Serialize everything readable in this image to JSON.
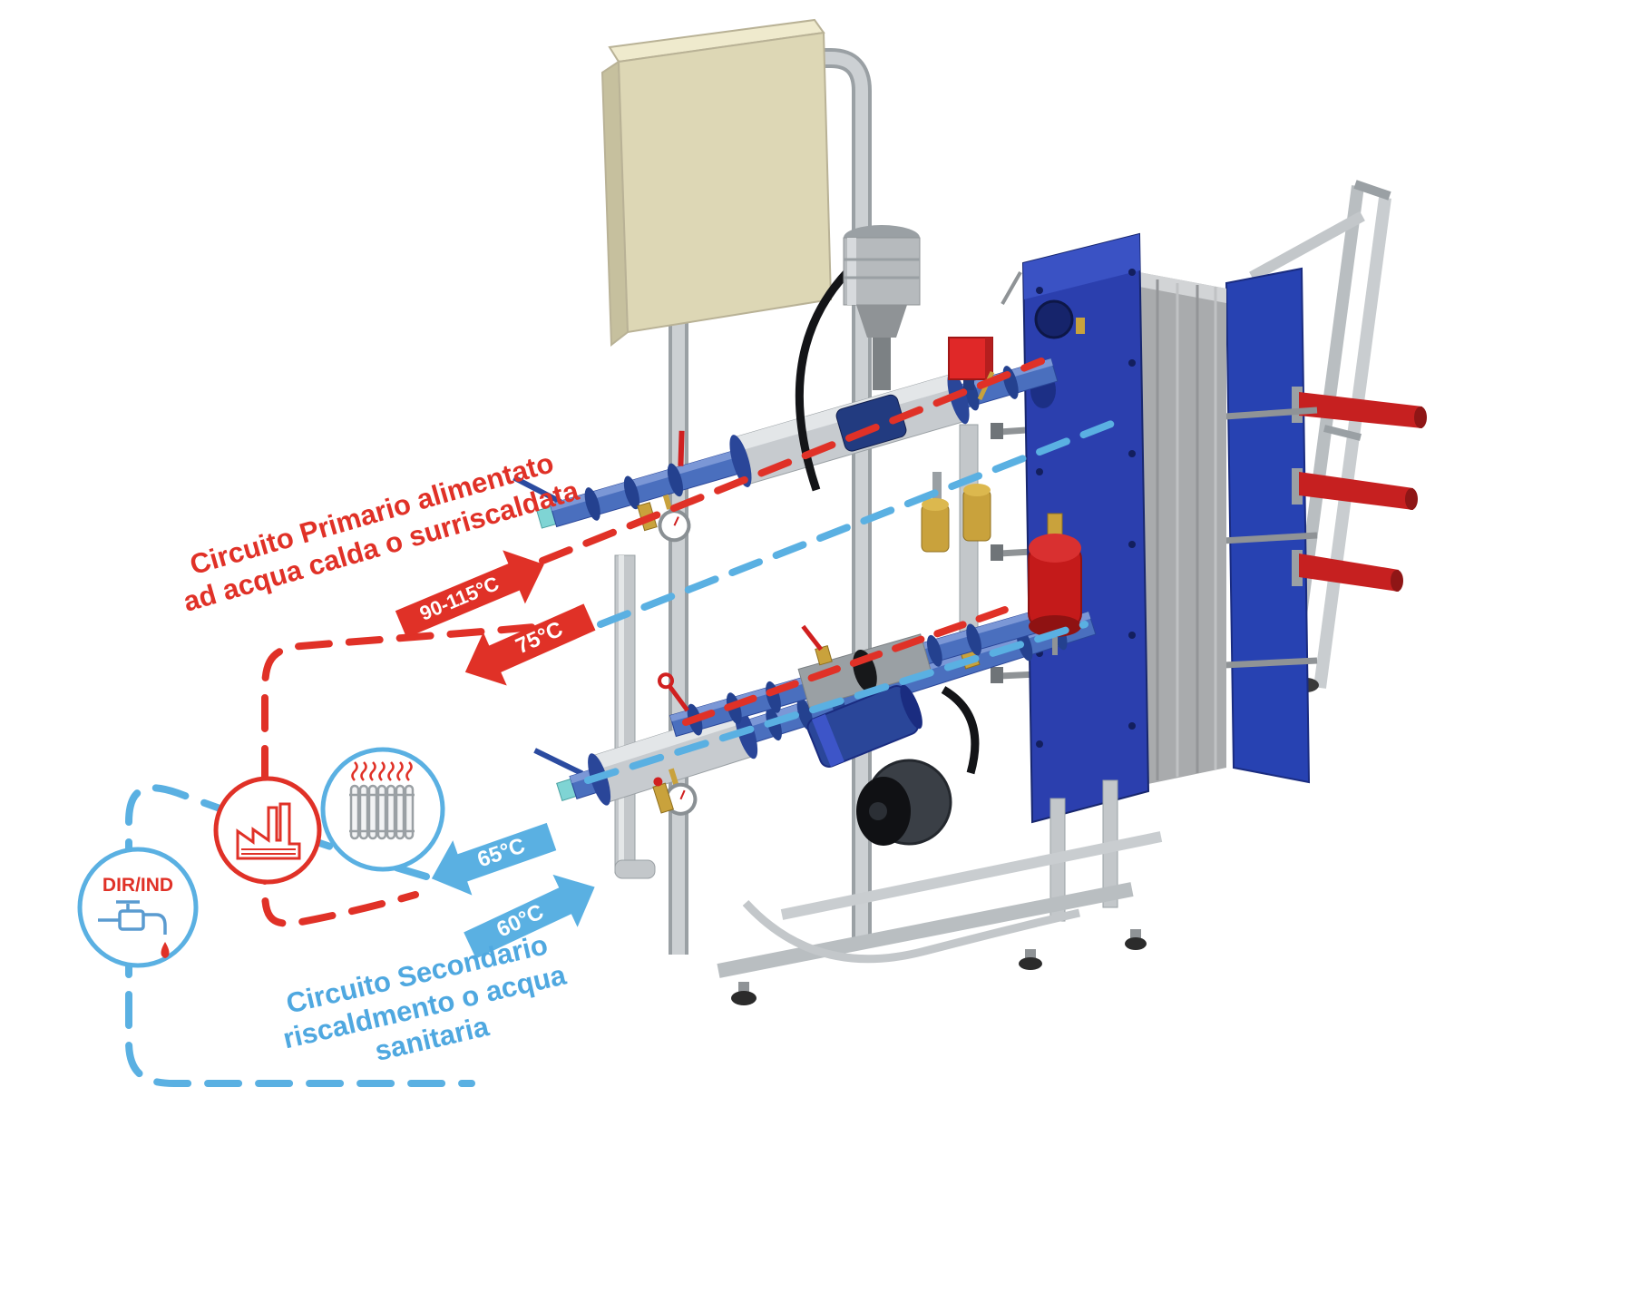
{
  "labels": {
    "primary_circuit": {
      "line1": "Circuito Primario alimentato",
      "line2": "ad acqua calda o surriscaldata"
    },
    "secondary_circuit": {
      "line1": "Circuito Secondario",
      "line2": "riscaldmento o acqua",
      "line3": "sanitaria"
    }
  },
  "temperatures": {
    "primary_supply": "90-115°C",
    "primary_return": "75°C",
    "secondary_return": "65°C",
    "secondary_supply": "60°C"
  },
  "icons": {
    "tap_label": "DIR/IND",
    "tap": "faucet-icon",
    "industry": "factory-icon",
    "heating": "radiator-icon"
  },
  "colors": {
    "primary_circuit_red": "#e03127",
    "secondary_circuit_blue": "#5ab0e2",
    "heat_exchanger_blue": "#2b3fae",
    "pipe_blue": "#4a6fbe",
    "vessel_red": "#c41a1a",
    "cabinet_beige": "#ddd7b5",
    "frame_gray": "#c3c7ca",
    "brass_yellow": "#c9a23c"
  }
}
